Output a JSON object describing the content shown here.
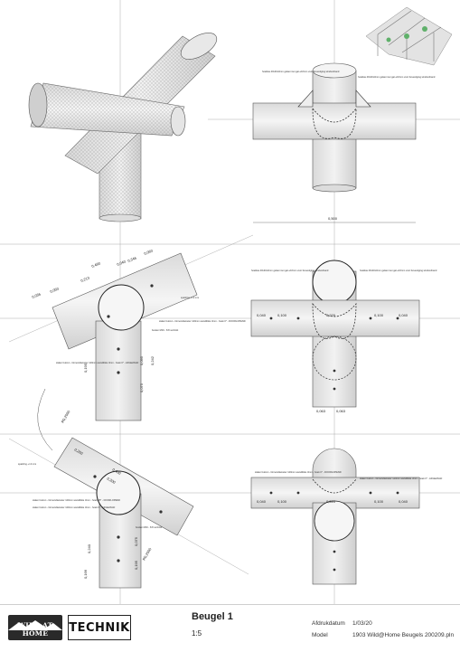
{
  "sheet": {
    "title": "Beugel 1",
    "scale": "1:5",
    "meta": [
      {
        "key": "Afdrukdatum",
        "value": "1/03/20"
      },
      {
        "key": "Model",
        "value": "1903 Wild@Home Beugels 200209.pln"
      }
    ],
    "logos": {
      "brand": "WILD AT HOME",
      "technik": "TECHNIK"
    }
  },
  "dimensions": {
    "top_width": "0,500",
    "mid": {
      "diag": [
        "0,036",
        "0,050",
        "0,213",
        "0,490",
        "0,040",
        "0,346",
        "0,060"
      ],
      "horiz": [
        "0,040",
        "0,100",
        "0,220",
        "0,100",
        "0,040"
      ],
      "bottom": [
        "0,063",
        "0,063"
      ],
      "vert": [
        "0,195",
        "0,095",
        "0,075",
        "0,242",
        "R0,2000"
      ]
    },
    "low": {
      "diag": [
        "0,260",
        "0,400",
        "0,300"
      ],
      "horiz": [
        "0,040",
        "0,100",
        "0,220",
        "0,100",
        "0,040"
      ],
      "vert": [
        "0,240",
        "0,166",
        "0,075",
        "0,195",
        "R0,2000"
      ]
    }
  },
  "notes": {
    "plate_left": "hoeklas 40x40x3mm gelast met gat ⌀16mm voor bevestiging windverband",
    "plate_right": "hoeklas 40x40x3mm gelast met gat ⌀16mm voor bevestiging windverband",
    "tube_1": "stalen buizen - binnendiameter 120mm wanddikte 3mm - hoek 0° - DOORLOPEND",
    "tube_2": "stalen buizen - binnendiameter 120mm wanddikte 3mm - hoek 0° - AFGEZAGD",
    "tube_3": "stalen buizen - binnendiameter 120mm wanddikte 3mm - hoek 0° - AFGEZAGD",
    "spacing": "spatiring +/-3 mm",
    "bolt": "bouten M16 - 8.8 verzinkt",
    "tube_low_1": "stalen buizen - binnendiameter 120mm wanddikte 3mm - hoek 45° - DOORLOPEND",
    "tube_low_2": "stalen buizen - binnendiameter 120mm wanddikte 3mm - hoek 0° - AFGEZAGD"
  }
}
